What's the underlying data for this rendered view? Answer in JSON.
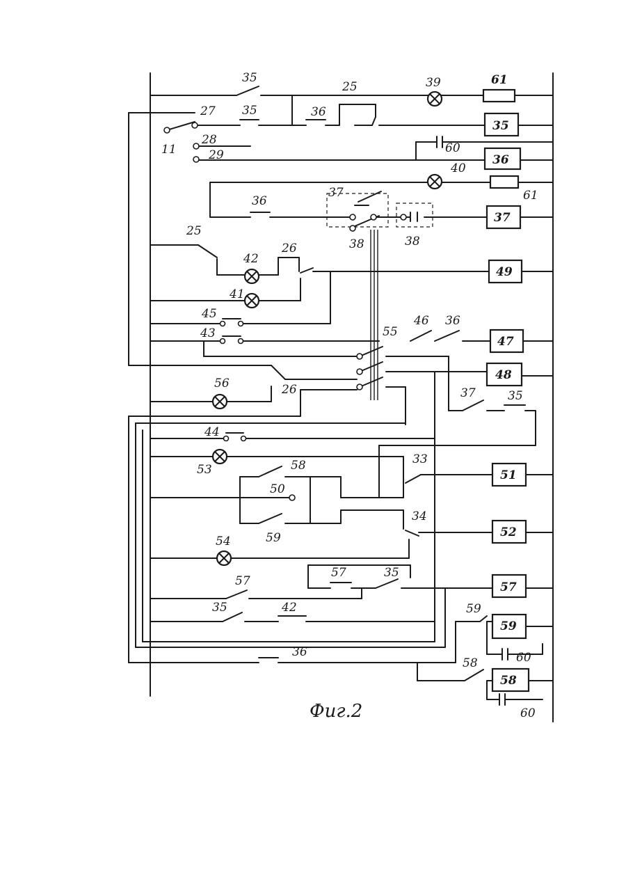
{
  "caption": "Фиг.2",
  "labels": {
    "l35a": "35",
    "l25a": "25",
    "l39": "39",
    "l61a": "61",
    "l27": "27",
    "l35b": "35",
    "l36a": "36",
    "l11": "11",
    "l28": "28",
    "l60a": "60",
    "l29": "29",
    "l40": "40",
    "l61b": "61",
    "l37a": "37",
    "l36b": "36",
    "l38a": "38",
    "l38b": "38",
    "l25b": "25",
    "l42": "42",
    "l26a": "26",
    "l41": "41",
    "l45": "45",
    "l46": "46",
    "l36c": "36",
    "l55": "55",
    "l43": "43",
    "l56": "56",
    "l26b": "26",
    "l37b": "37",
    "l35c": "35",
    "l44": "44",
    "l53": "53",
    "l33": "33",
    "l58a": "58",
    "l50": "50",
    "l59a": "59",
    "l34": "34",
    "l54": "54",
    "l57a": "57",
    "l57b": "57",
    "l35d": "35",
    "l35e": "35",
    "l42b": "42",
    "l59b": "59",
    "l60b": "60",
    "l36d": "36",
    "l58b": "58",
    "l60c": "60"
  },
  "boxes": {
    "b61": "61",
    "b35": "35",
    "b36": "36",
    "b37": "37",
    "b49": "49",
    "b47": "47",
    "b48": "48",
    "b51": "51",
    "b52": "52",
    "b57": "57",
    "b59": "59",
    "b58": "58"
  }
}
